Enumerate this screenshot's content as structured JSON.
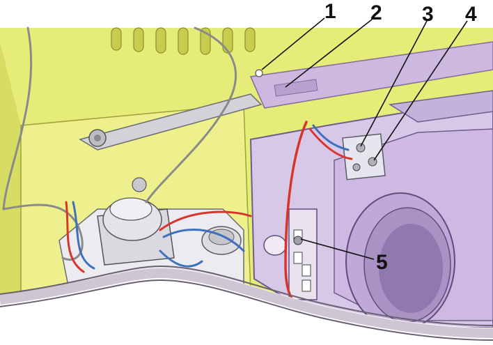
{
  "diagram": {
    "callouts": [
      {
        "label": "1"
      },
      {
        "label": "2"
      },
      {
        "label": "3"
      },
      {
        "label": "4"
      },
      {
        "label": "5"
      }
    ]
  },
  "colors": {
    "background_panel": "#e6ec78",
    "panel_shadow": "#c9d25a",
    "heater_body": "#d8c8e8",
    "heater_dark": "#a896c4",
    "pipe": "#d9d0dc",
    "wire_red": "#d8342c",
    "wire_blue": "#3f6fc0",
    "wire_grey": "#8a8a8a"
  }
}
